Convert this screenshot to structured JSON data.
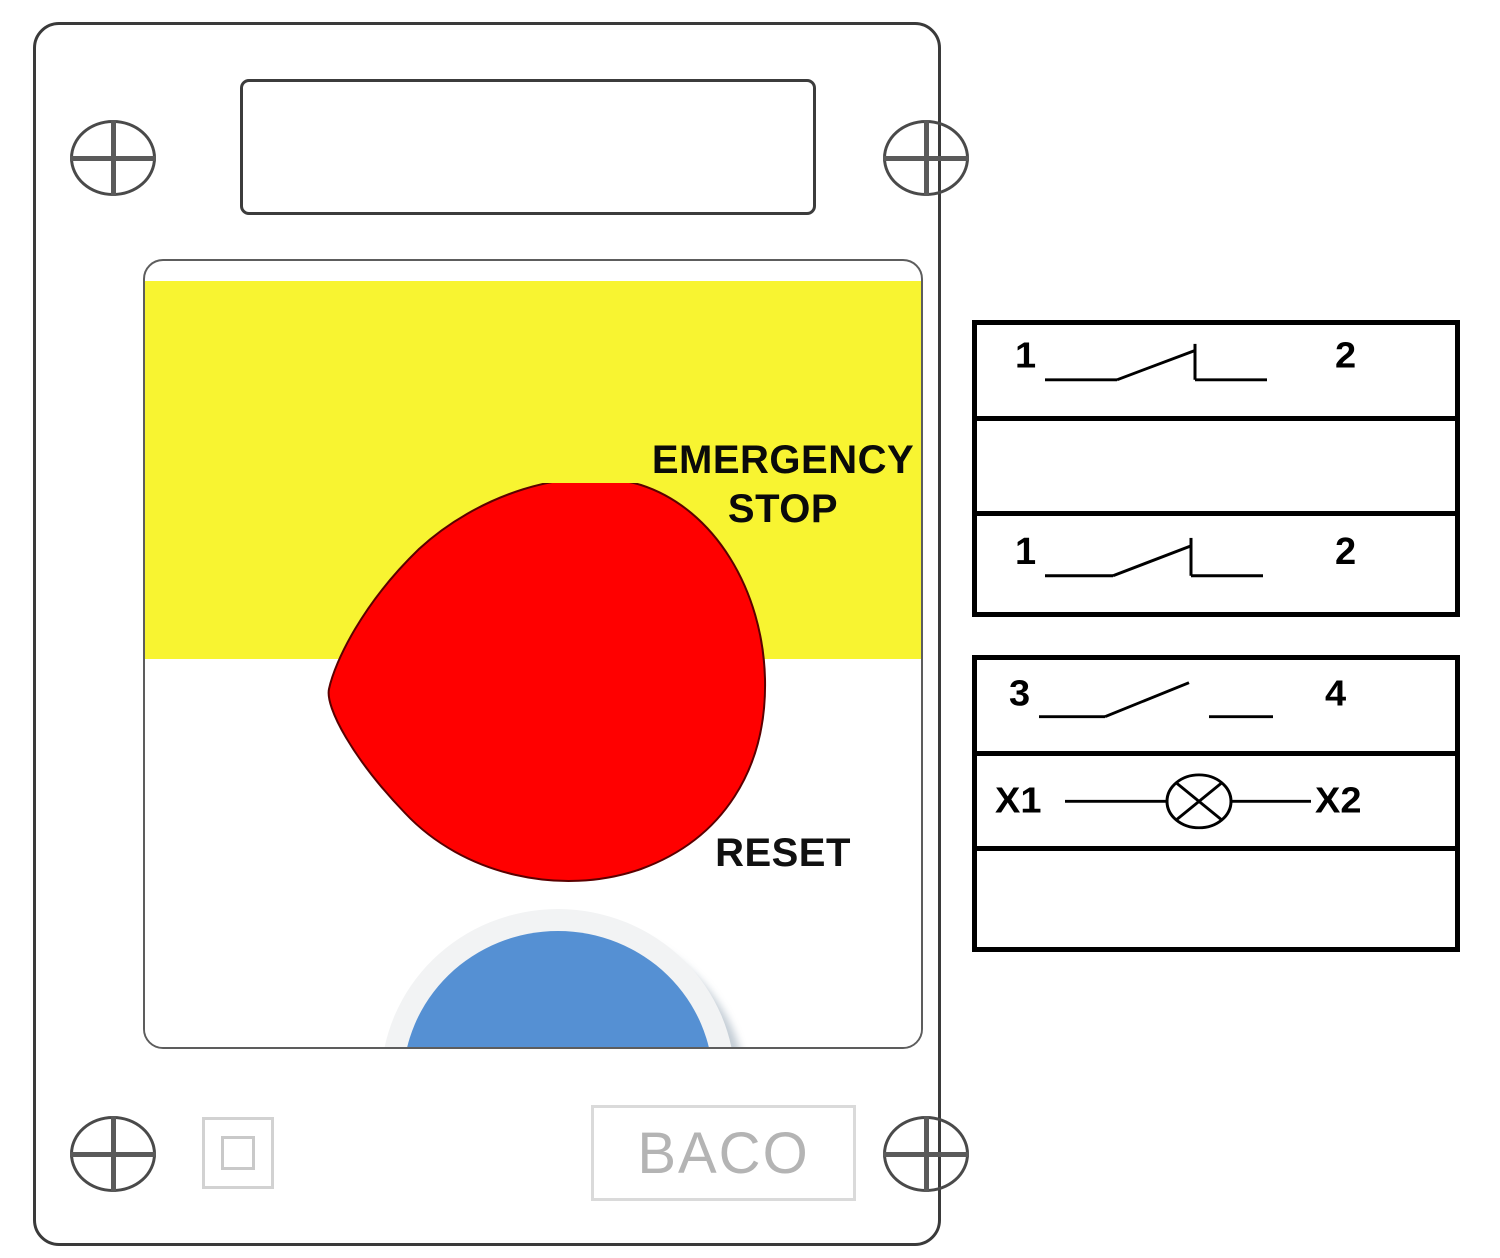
{
  "device": {
    "name": "Emergency stop control station",
    "brand": "BACO",
    "top_label_text": "",
    "markings": {
      "class2_symbol": "double-square-class-II",
      "brand_plate": "BACO"
    },
    "panel": {
      "emergency_label_line1": "EMERGENCY",
      "emergency_label_line2": "STOP",
      "reset_label": "RESET"
    },
    "buttons": [
      {
        "id": "emergency-stop",
        "label": "EMERGENCY STOP",
        "color": "#FF0000",
        "shape": "mushroom-head"
      },
      {
        "id": "reset",
        "label": "RESET",
        "color": "#5590D3",
        "shape": "round-flush"
      }
    ]
  },
  "colors": {
    "yellow_field": "#F8F431",
    "white_field": "#FFFFFF",
    "emergency_red": "#FF0000",
    "reset_blue": "#5590D3",
    "bezel_grey": "#F2F3F4",
    "outline_black": "#000000",
    "brand_grey": "#B4B4B4"
  },
  "contact_diagrams": [
    {
      "id": "diagram-upper",
      "rows": [
        {
          "id": "row-nc-1-2-a",
          "type": "nc-contact",
          "left_terminal": "1",
          "right_terminal": "2",
          "description": "normally closed contact with positive opening, terminals 1 and 2"
        },
        {
          "id": "row-blank-1",
          "type": "blank",
          "left_terminal": "",
          "right_terminal": "",
          "description": "empty row"
        },
        {
          "id": "row-nc-1-2-b",
          "type": "nc-contact",
          "left_terminal": "1",
          "right_terminal": "2",
          "description": "normally closed contact with positive opening, terminals 1 and 2"
        }
      ]
    },
    {
      "id": "diagram-lower",
      "rows": [
        {
          "id": "row-no-3-4",
          "type": "no-contact",
          "left_terminal": "3",
          "right_terminal": "4",
          "description": "normally open contact, terminals 3 and 4"
        },
        {
          "id": "row-lamp-x1-x2",
          "type": "lamp",
          "left_terminal": "X1",
          "right_terminal": "X2",
          "description": "indicator lamp between terminals X1 and X2"
        },
        {
          "id": "row-blank-2",
          "type": "blank",
          "left_terminal": "",
          "right_terminal": "",
          "description": "empty row"
        }
      ]
    }
  ]
}
